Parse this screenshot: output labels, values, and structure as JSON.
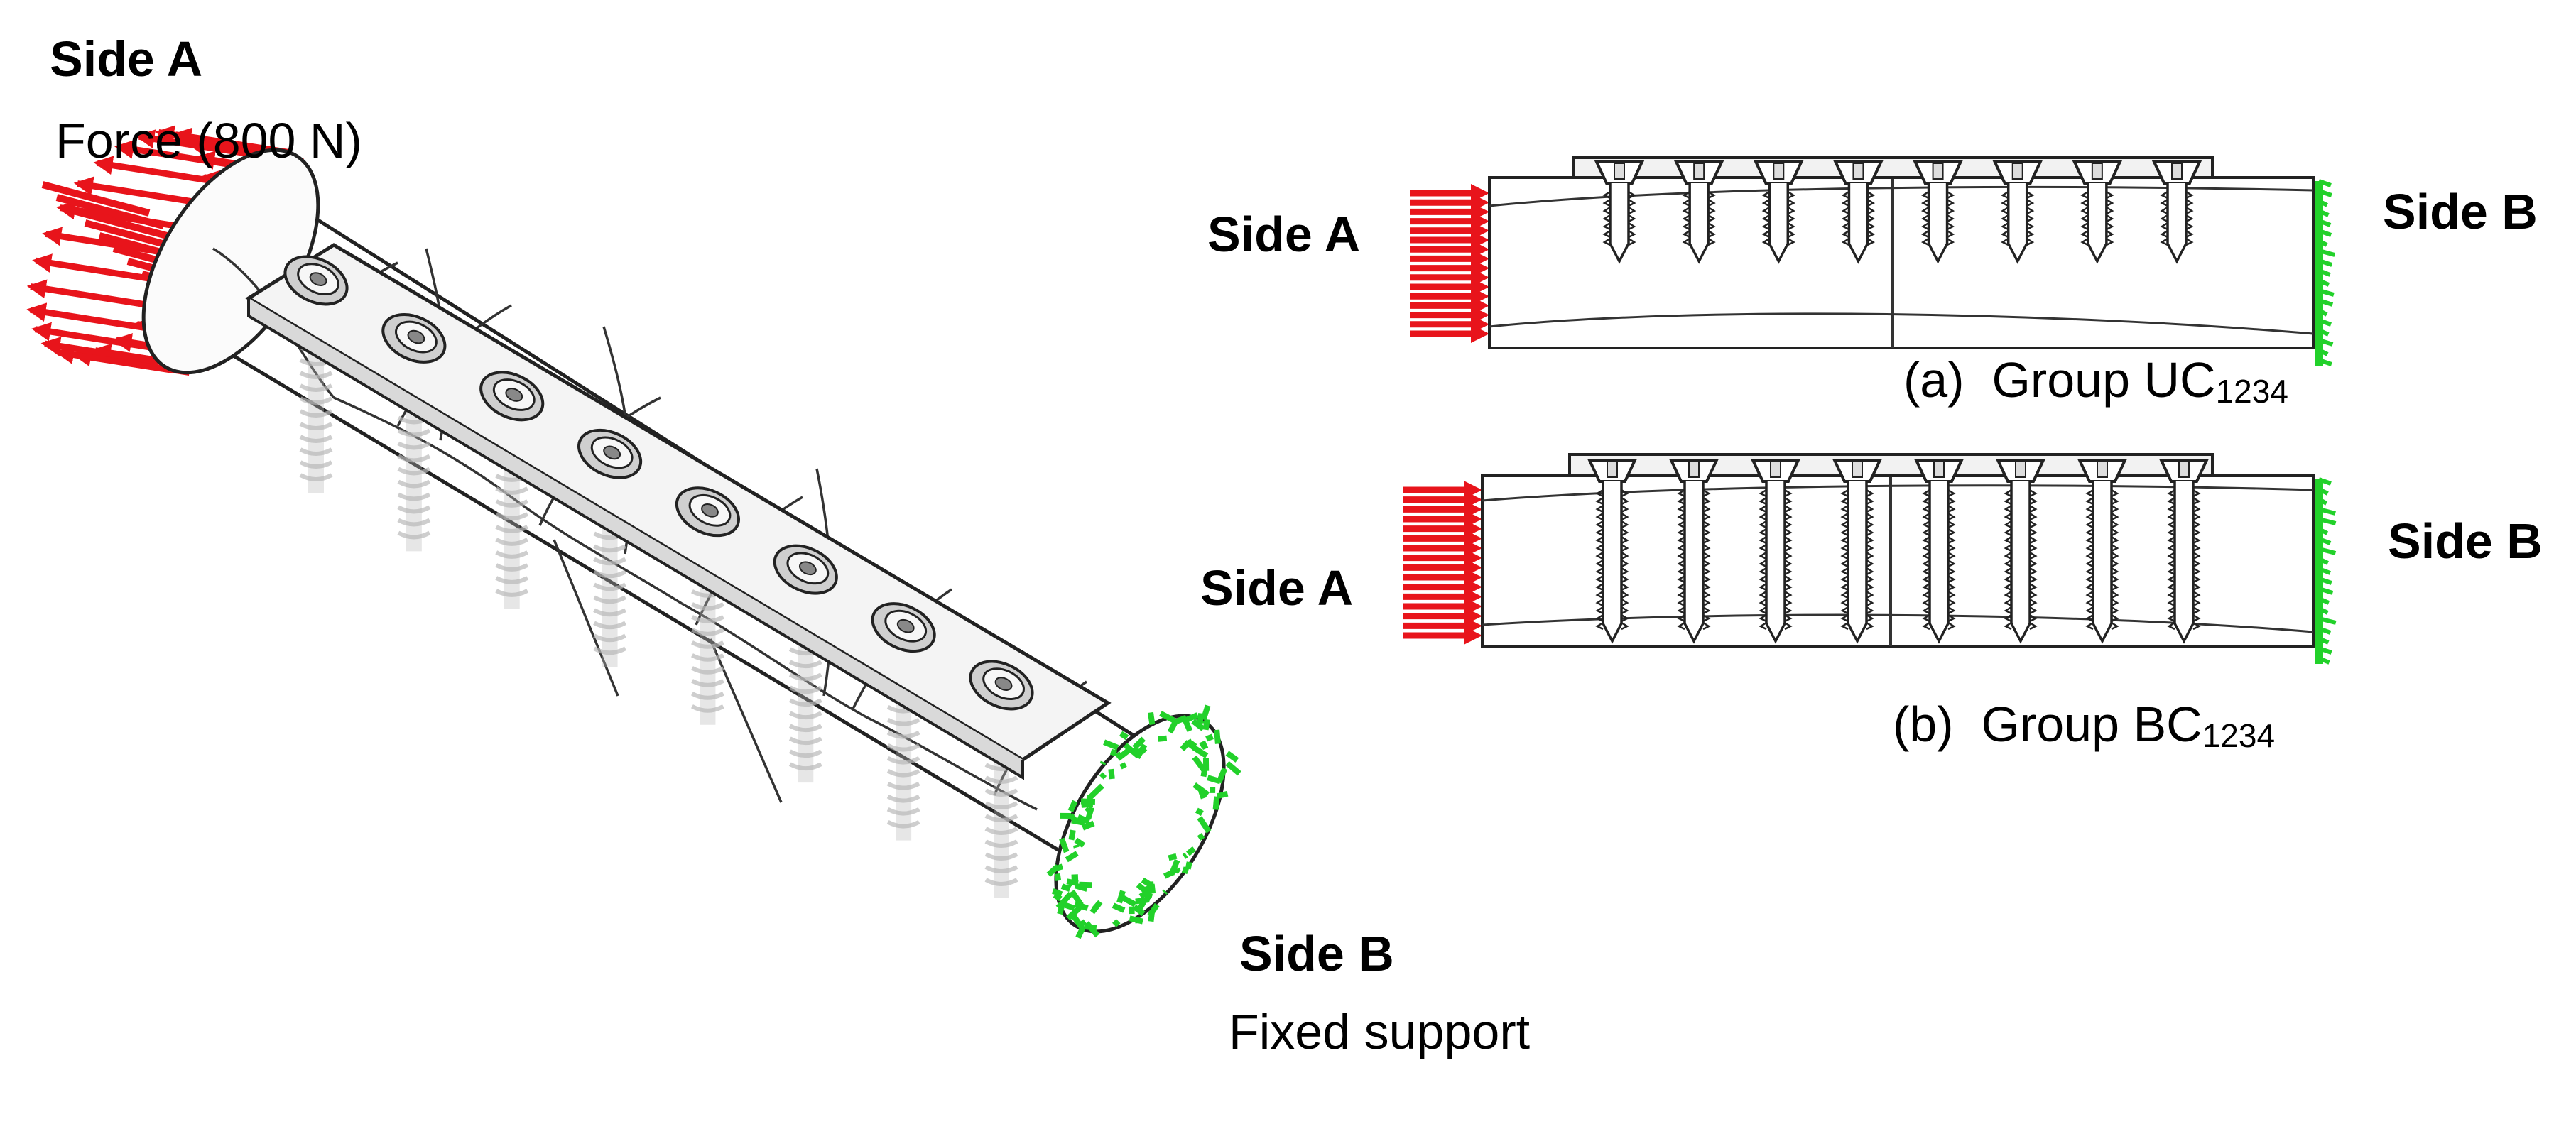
{
  "labels": {
    "iso_side_a": "Side A",
    "iso_force": "Force (800 N)",
    "iso_side_b": "Side B",
    "iso_fixed": "Fixed support",
    "uc_side_a": "Side A",
    "uc_side_b": "Side B",
    "bc_side_a": "Side A",
    "bc_side_b": "Side B"
  },
  "captions": {
    "a_prefix": "(a)",
    "a_text": "Group UC",
    "a_sub": "1234",
    "b_prefix": "(b)",
    "b_text": "Group BC",
    "b_sub": "1234"
  },
  "colors": {
    "force_arrows": "#e8141b",
    "fixed_support": "#22d12a",
    "outline": "#222222",
    "screw_ghost": "#b9b9b9"
  },
  "screws": {
    "count": 8,
    "uc_depth_fraction": 0.55,
    "bc_depth_fraction": 1.0
  }
}
